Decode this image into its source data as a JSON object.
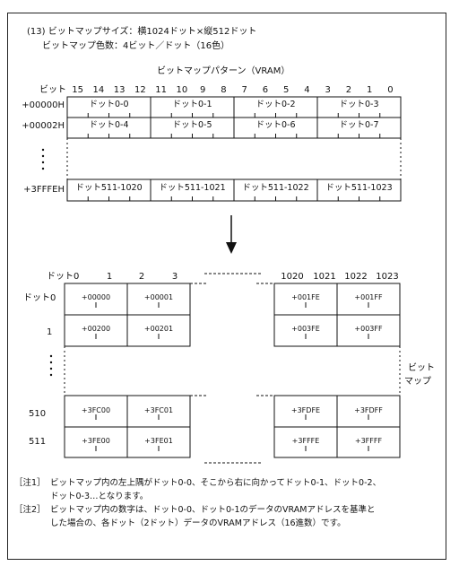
{
  "heading": {
    "line1": "(13) ビットマップサイズ：横1024ドット×縦512ドット",
    "line2": "ビットマップ色数：4ビット／ドット（16色）"
  },
  "vram": {
    "title": "ビットマップパターン（VRAM）",
    "bit_label": "ビット",
    "bits": [
      "15",
      "14",
      "13",
      "12",
      "11",
      "10",
      "9",
      "8",
      "7",
      "6",
      "5",
      "4",
      "3",
      "2",
      "1",
      "0"
    ],
    "rows": [
      {
        "addr": "+00000H",
        "cells": [
          "ドット0-0",
          "ドット0-1",
          "ドット0-2",
          "ドット0-3"
        ]
      },
      {
        "addr": "+00002H",
        "cells": [
          "ドット0-4",
          "ドット0-5",
          "ドット0-6",
          "ドット0-7"
        ]
      },
      {
        "addr": "+3FFFEH",
        "cells": [
          "ドット511-1020",
          "ドット511-1021",
          "ドット511-1022",
          "ドット511-1023"
        ]
      }
    ]
  },
  "map": {
    "x_label": "ドット0",
    "x_left": [
      "1",
      "2",
      "3"
    ],
    "x_right": [
      "1020",
      "1021",
      "1022",
      "1023"
    ],
    "y_label": "ドット0",
    "y_values": [
      "1",
      "510",
      "511"
    ],
    "side_label_1": "ビット",
    "side_label_2": "マップ",
    "left_top": [
      "+00000",
      "+00001",
      "+00200",
      "+00201"
    ],
    "left_bottom": [
      "+3FC00",
      "+3FC01",
      "+3FE00",
      "+3FE01"
    ],
    "right_top": [
      "+001FE",
      "+001FF",
      "+003FE",
      "+003FF"
    ],
    "right_bottom": [
      "+3FDFE",
      "+3FDFF",
      "+3FFFE",
      "+3FFFF"
    ]
  },
  "notes": {
    "note1_tag": "［注1］",
    "note1_a": "ビットマップ内の左上隅がドット0-0、そこから右に向かってドット0-1、ドット0-2、",
    "note1_b": "ドット0-3…となります。",
    "note2_tag": "［注2］",
    "note2_a": "ビットマップ内の数字は、ドット0-0、ドット0-1のデータのVRAMアドレスを基準と",
    "note2_b": "した場合の、各ドット（2ドット）データのVRAMアドレス（16進数）です。"
  }
}
